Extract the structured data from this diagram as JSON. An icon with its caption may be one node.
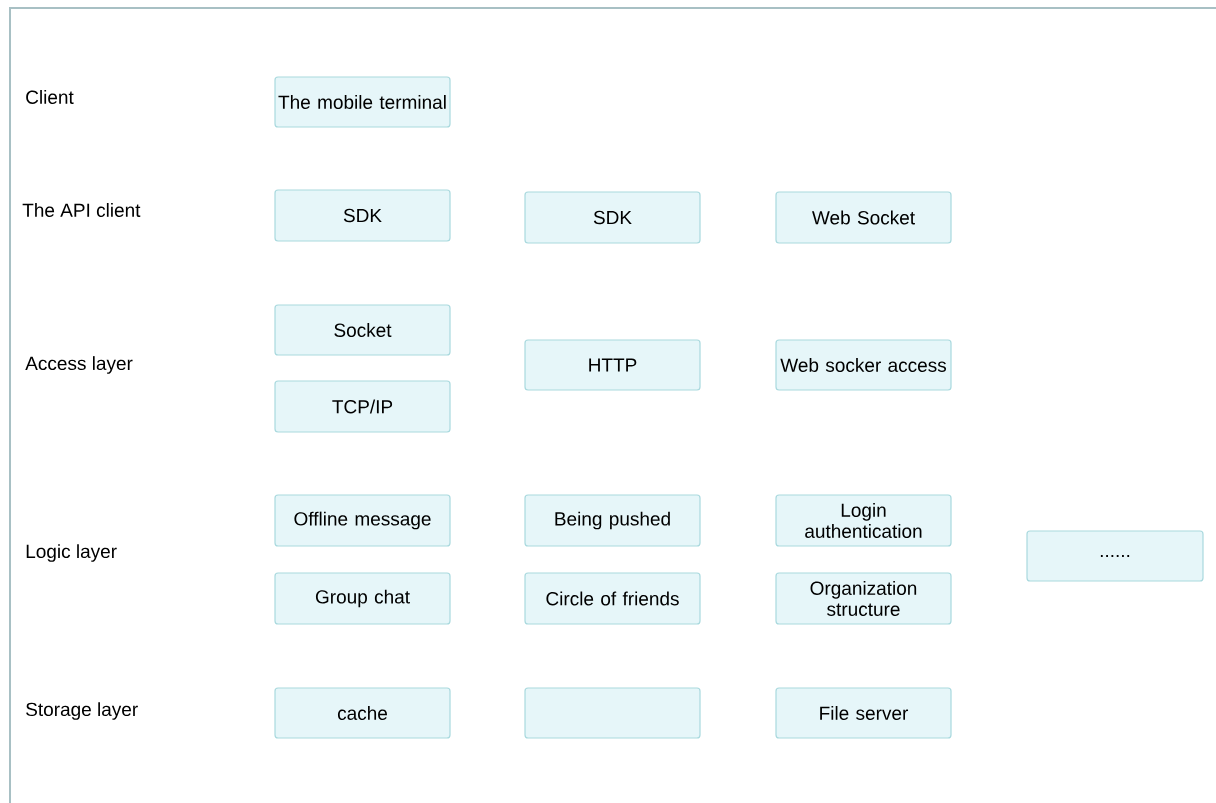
{
  "diagram": {
    "nodes": [
      {
        "text": [
          "The mobile terminal"
        ]
      },
      {
        "text": [
          "SDK"
        ]
      },
      {
        "text": [
          "SDK"
        ]
      },
      {
        "text": [
          "Web Socket"
        ]
      },
      {
        "text": [
          "Socket"
        ]
      },
      {
        "text": [
          "HTTP"
        ]
      },
      {
        "text": [
          "Web socker access"
        ]
      },
      {
        "text": [
          "TCP/IP"
        ]
      },
      {
        "text": [
          "Offline message"
        ]
      },
      {
        "text": [
          "Being pushed"
        ]
      },
      {
        "text": [
          "Login authentication"
        ]
      },
      {
        "text": [
          "......"
        ]
      },
      {
        "text": [
          "Group chat"
        ]
      },
      {
        "text": [
          "Circle of friends"
        ]
      },
      {
        "text": [
          "Organization structure"
        ]
      },
      {
        "text": [
          "cache"
        ]
      },
      {
        "text": [],
        "shape": "box"
      },
      {
        "text": [
          "File server"
        ]
      }
    ],
    "labels": [
      "Client",
      "The API client",
      "Access layer",
      "Logic layer",
      "Storage layer"
    ]
  }
}
